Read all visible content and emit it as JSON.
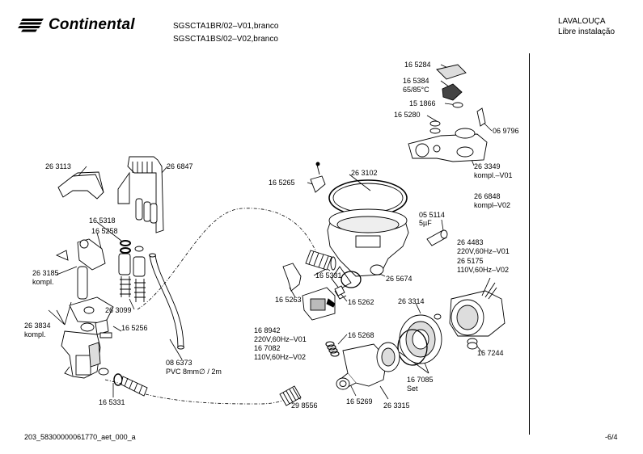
{
  "header": {
    "brand": "Continental",
    "model_line_1": "SGSCTA1BR/02–V01,branco",
    "model_line_2": "SGSCTA1BS/02–V02,branco",
    "category_line_1": "LAVALOUÇA",
    "category_line_2": "Libre instalação"
  },
  "labels": {
    "p165284": "16 5284",
    "p165384": "16 5384",
    "p165384_spec": "65/85°C",
    "p151866": "15 1866",
    "p165280": "16 5280",
    "p069796": "06 9796",
    "p263349": "26 3349",
    "p263349_note": "kompl.–V01",
    "p266848": "26 6848",
    "p266848_note": "kompl–V02",
    "p263113": "26 3113",
    "p266847": "26 6847",
    "p165265": "16 5265",
    "p263102": "26 3102",
    "p055114": "05 5114",
    "p055114_spec": "5µF",
    "p165318": "16 5318",
    "p165258": "16 5258",
    "p264483": "26 4483",
    "p264483_spec": "220V,60Hz–V01",
    "p265175": "26 5175",
    "p265175_spec": "110V,60Hz–V02",
    "p263185": "26 3185",
    "p263185_note": "kompl.",
    "p165331a": "16 5331",
    "p265674": "26 5674",
    "p165263": "16 5263",
    "p165262": "16 5262",
    "p263099": "26 3099",
    "p263314": "26 3314",
    "p263834": "26 3834",
    "p263834_note": "kompl.",
    "p165256": "16 5256",
    "p168942": "16 8942",
    "p168942_spec": "220V,60Hz–V01",
    "p167082": "16 7082",
    "p167082_spec": "110V,60Hz–V02",
    "p165268": "16 5268",
    "p167244": "16 7244",
    "p086373": "08 6373",
    "p086373_spec": "PVC 8mm∅ / 2m",
    "p167085": "16 7085",
    "p167085_note": "Set",
    "p165331b": "16 5331",
    "p298556": "29 8556",
    "p165269": "16 5269",
    "p263315": "26 3315"
  },
  "footer": {
    "doc_id": "203_58300000061770_aet_000_a",
    "page": "-6/4"
  }
}
